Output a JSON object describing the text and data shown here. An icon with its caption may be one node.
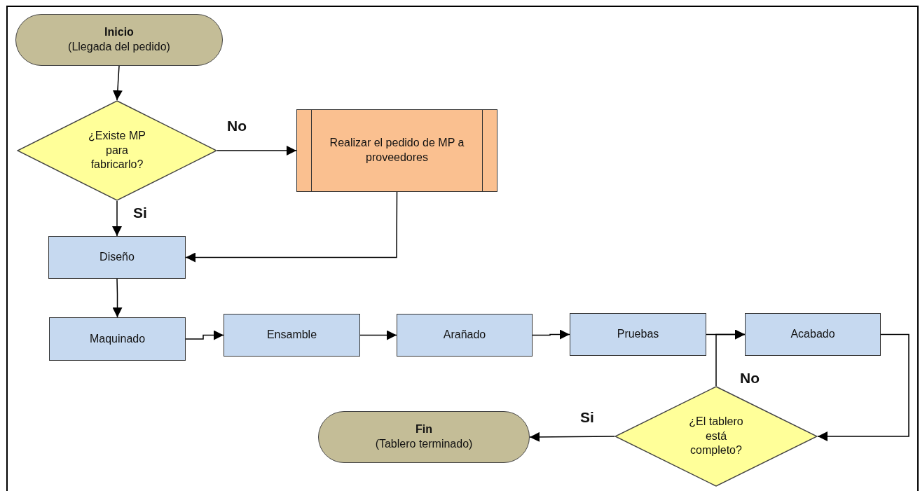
{
  "diagram": {
    "nodes": [
      {
        "text": [
          "Inicio",
          "(Llegada del pedido)"
        ]
      },
      {
        "text": [
          "¿Existe MP para fabricarlo?"
        ]
      },
      {
        "text": [
          "Realizar el pedido de MP a proveedores"
        ]
      },
      {
        "text": [
          "Diseño"
        ]
      },
      {
        "text": [
          "Maquinado"
        ]
      },
      {
        "text": [
          "Ensamble"
        ]
      },
      {
        "text": [
          "Arañado"
        ]
      },
      {
        "text": [
          "Pruebas"
        ]
      },
      {
        "text": [
          "Acabado"
        ]
      },
      {
        "text": [
          "¿El tablero está completo?"
        ]
      },
      {
        "text": [
          "Fin",
          "(Tablero terminado)"
        ]
      }
    ],
    "edges": [
      {
        "from": 0,
        "to": 1,
        "arrow": "to"
      },
      {
        "from": 1,
        "to": 2,
        "arrow": "to",
        "label": "No"
      },
      {
        "from": 1,
        "to": 3,
        "arrow": "to",
        "label": "Si"
      },
      {
        "from": 2,
        "to": 3,
        "arrow": "to"
      },
      {
        "from": 3,
        "to": 4,
        "arrow": "to"
      },
      {
        "from": 4,
        "to": 5,
        "arrow": "to"
      },
      {
        "from": 5,
        "to": 6,
        "arrow": "to"
      },
      {
        "from": 6,
        "to": 7,
        "arrow": "to"
      },
      {
        "from": 7,
        "to": 8,
        "arrow": "to"
      },
      {
        "from": 8,
        "to": 9,
        "arrow": "to"
      },
      {
        "from": 9,
        "to": 8,
        "arrow": "to",
        "label": "No"
      },
      {
        "from": 9,
        "to": 10,
        "arrow": "to",
        "label": "Si"
      }
    ]
  }
}
